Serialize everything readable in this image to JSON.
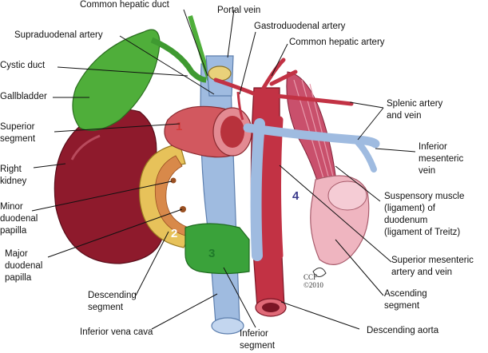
{
  "labels": {
    "common_hepatic_duct": "Common hepatic duct",
    "portal_vein": "Portal vein",
    "gastroduodenal_artery": "Gastroduodenal artery",
    "supraduodenal_artery": "Supraduodenal artery",
    "common_hepatic_artery": "Common hepatic artery",
    "cystic_duct": "Cystic duct",
    "gallbladder": "Gallbladder",
    "splenic_1": "Splenic artery",
    "splenic_2": "and vein",
    "superior_segment_1": "Superior",
    "superior_segment_2": "segment",
    "imv_1": "Inferior",
    "imv_2": "mesenteric",
    "imv_3": "vein",
    "right_kidney_1": "Right",
    "right_kidney_2": "kidney",
    "suspensory_1": "Suspensory muscle",
    "suspensory_2": "(ligament) of",
    "suspensory_3": "duodenum",
    "suspensory_4": "(ligament of Treitz)",
    "minor_papilla_1": "Minor",
    "minor_papilla_2": "duodenal",
    "minor_papilla_3": "papilla",
    "major_papilla_1": "Major",
    "major_papilla_2": "duodenal",
    "major_papilla_3": "papilla",
    "sma_1": "Superior mesenteric",
    "sma_2": "artery and vein",
    "ascending_1": "Ascending",
    "ascending_2": "segment",
    "descending_1": "Descending",
    "descending_2": "segment",
    "ivc": "Inferior vena cava",
    "inferior_1": "Inferior",
    "inferior_2": "segment",
    "aorta": "Descending aorta"
  },
  "segments": {
    "s1": "1",
    "s2": "2",
    "s3": "3",
    "s4": "4"
  },
  "signature": {
    "line1": "CCF",
    "line2": "©2010"
  },
  "colors": {
    "kidney": "#8e1a2c",
    "gallbladder": "#4fae3a",
    "duodenum_superior": "#d2585f",
    "duodenum_descending": "#e7c25a",
    "duodenum_inferior": "#3aa23a",
    "duodenum_ascending": "#efb5c0",
    "aorta": "#c23244",
    "vena_cava": "#9fbbe0",
    "portal_vein": "#9fbbe0",
    "muscle": "#c9506c",
    "segment_number_1": "#d23a3a",
    "segment_number_2": "#ffffff",
    "segment_number_3": "#1f7a2a",
    "segment_number_4": "#3c3c8c"
  }
}
